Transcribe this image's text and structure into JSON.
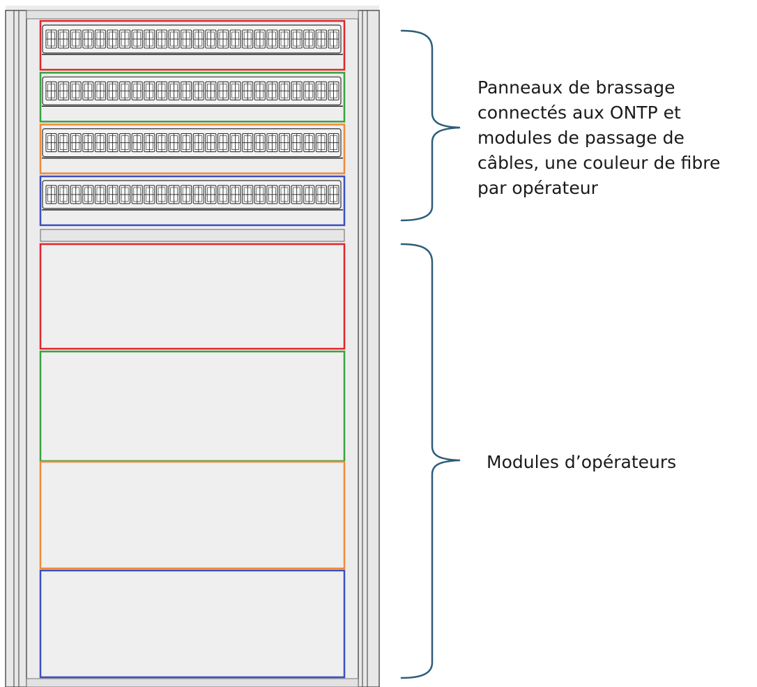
{
  "labels": {
    "patch_panels": {
      "lines": [
        "Panneaux de brassage",
        "connectés aux ONTP et",
        "modules de passage de",
        "câbles, une couleur de fibre",
        "par opérateur"
      ]
    },
    "operator_modules": "Modules d’opérateurs"
  },
  "colors": {
    "red": "#e0262b",
    "green": "#3aa23f",
    "orange": "#ef8a3a",
    "blue": "#3c4fc1",
    "brace": "#2c5d7a"
  },
  "patch_panels": [
    {
      "color": "red",
      "port_count": 24
    },
    {
      "color": "green",
      "port_count": 24
    },
    {
      "color": "orange",
      "port_count": 24
    },
    {
      "color": "blue",
      "port_count": 24
    }
  ],
  "operator_modules": [
    {
      "color": "red"
    },
    {
      "color": "green"
    },
    {
      "color": "orange"
    },
    {
      "color": "blue"
    }
  ]
}
